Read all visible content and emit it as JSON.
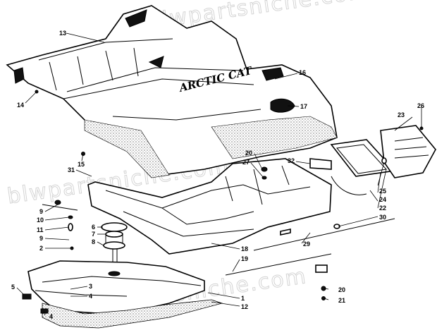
{
  "watermark": {
    "text_top": "blwpartsniche.com",
    "text_mid": "blwpartsniche.com",
    "text_bottom": "blwpartsniche.com"
  },
  "brand_logo": "ARCTIC CAT",
  "callouts": {
    "c1": "1",
    "c2": "2",
    "c3": "3",
    "c4a": "4",
    "c4b": "4",
    "c5": "5",
    "c6": "6",
    "c7": "7",
    "c8": "8",
    "c9a": "9",
    "c9b": "9",
    "c10": "10",
    "c11": "11",
    "c12": "12",
    "c13": "13",
    "c14": "14",
    "c15": "15",
    "c16": "16",
    "c17": "17",
    "c18": "18",
    "c19": "19",
    "c20a": "20",
    "c20b": "20",
    "c21": "21",
    "c22": "22",
    "c23": "23",
    "c24": "24",
    "c25": "25",
    "c26": "26",
    "c27": "27",
    "c29": "29",
    "c30": "30",
    "c31": "31",
    "c32": "32"
  }
}
